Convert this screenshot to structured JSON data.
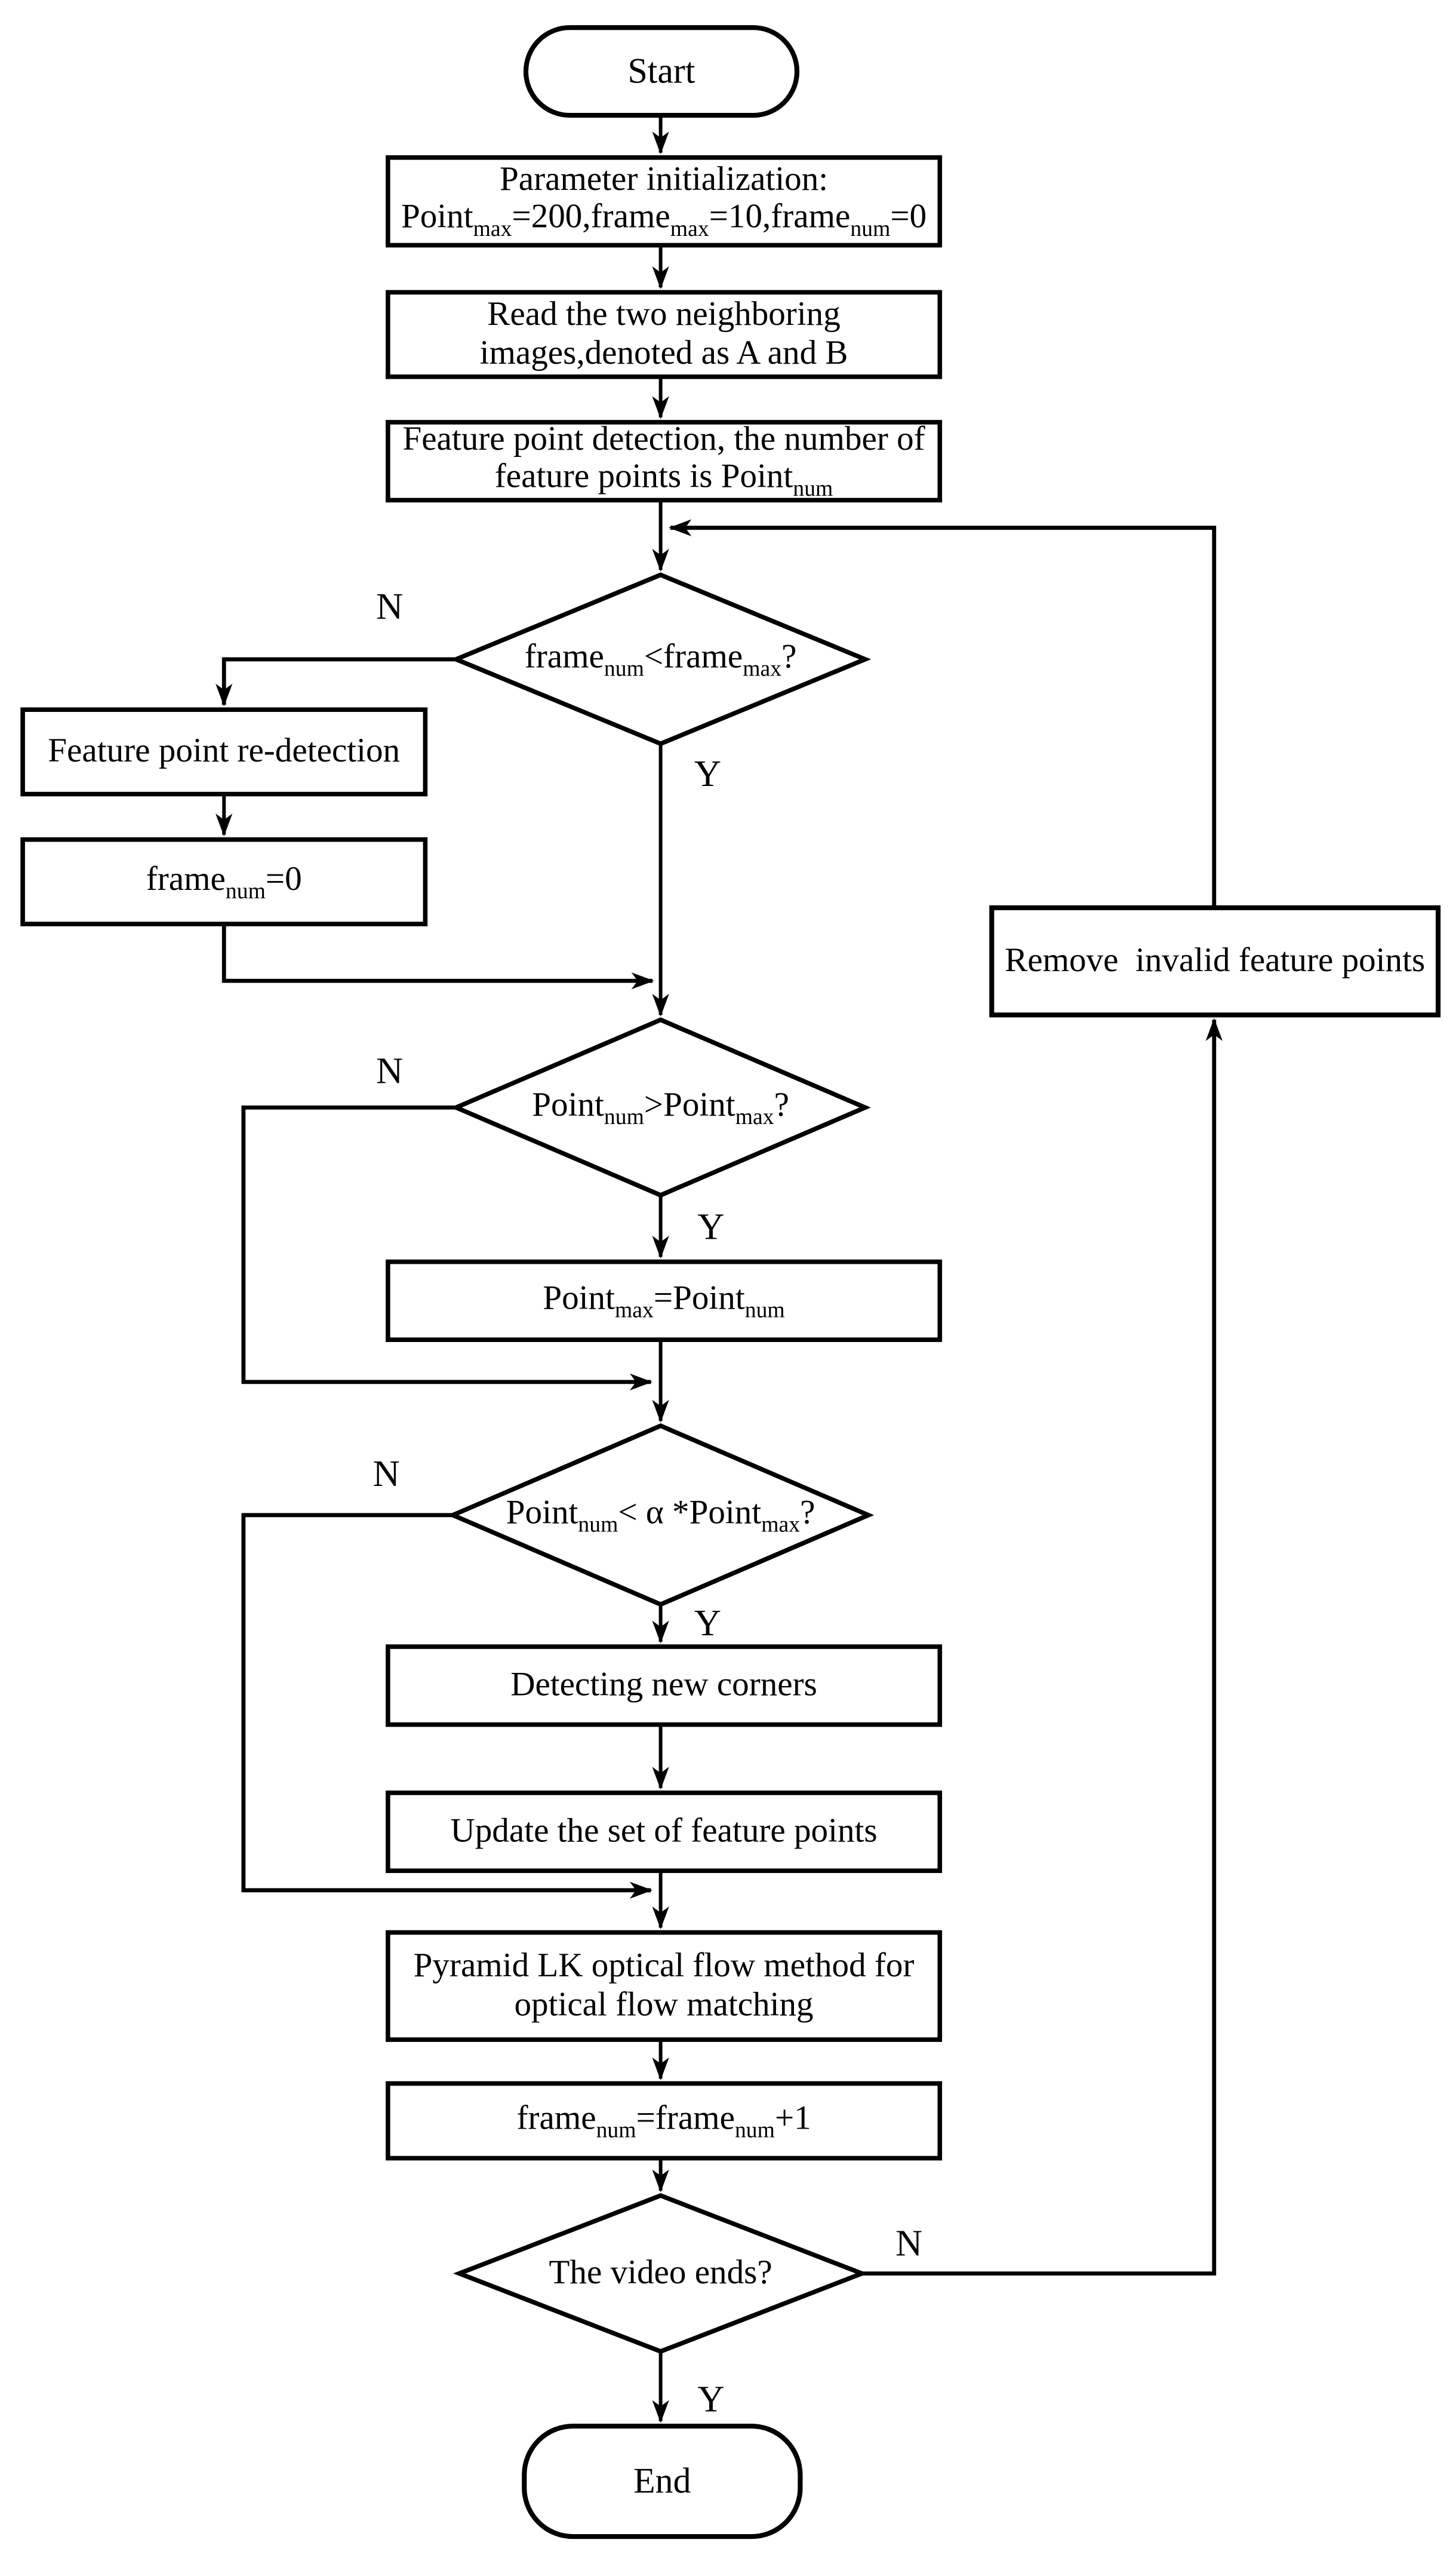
{
  "colors": {
    "background": "#ffffff",
    "line": "#000000",
    "text": "#000000"
  },
  "nodes": {
    "start": {
      "label": "Start"
    },
    "param_init": {
      "line1": "Parameter initialization:",
      "line2": {
        "s0": "Point",
        "s1": "max",
        "s2": "=200,frame",
        "s3": "max",
        "s4": "=10,frame",
        "s5": "num",
        "s6": "=0"
      }
    },
    "read_images": {
      "line1": "Read the two neighboring",
      "line2": "images,denoted as A and B"
    },
    "feature_detection": {
      "line1": "Feature point detection, the number of",
      "line2": {
        "s0": "feature points is Point",
        "s1": "num"
      }
    },
    "decision_frame": {
      "text": {
        "s0": "frame",
        "s1": "num",
        "s2": "<frame",
        "s3": "max",
        "s4": "?"
      }
    },
    "redetection": {
      "label": "Feature point re-detection"
    },
    "frame_reset": {
      "text": {
        "s0": "frame",
        "s1": "num",
        "s2": "=0"
      }
    },
    "decision_pointmax": {
      "text": {
        "s0": "Point",
        "s1": "num",
        "s2": ">Point",
        "s3": "max",
        "s4": "?"
      }
    },
    "pointmax_assign": {
      "text": {
        "s0": "Point",
        "s1": "max",
        "s2": "=Point",
        "s3": "num"
      }
    },
    "decision_alpha": {
      "text": {
        "s0": "Point",
        "s1": "num",
        "s2": "< α *Point",
        "s3": "max",
        "s4": "?"
      }
    },
    "detect_corners": {
      "label": "Detecting new corners"
    },
    "update_set": {
      "label": "Update the set of feature points"
    },
    "pyramid_lk": {
      "line1": "Pyramid LK optical flow method for",
      "line2": "optical flow matching"
    },
    "frame_increment": {
      "text": {
        "s0": "frame",
        "s1": "num",
        "s2": "=frame",
        "s3": "num",
        "s4": "+1"
      }
    },
    "decision_video_end": {
      "label": "The video ends?"
    },
    "remove_invalid": {
      "label": "Remove  invalid feature points"
    },
    "end": {
      "label": "End"
    }
  },
  "edge_labels": {
    "frame_no": "N",
    "frame_yes": "Y",
    "pointmax_no": "N",
    "pointmax_yes": "Y",
    "alpha_no": "N",
    "alpha_yes": "Y",
    "video_no": "N",
    "video_yes": "Y"
  }
}
